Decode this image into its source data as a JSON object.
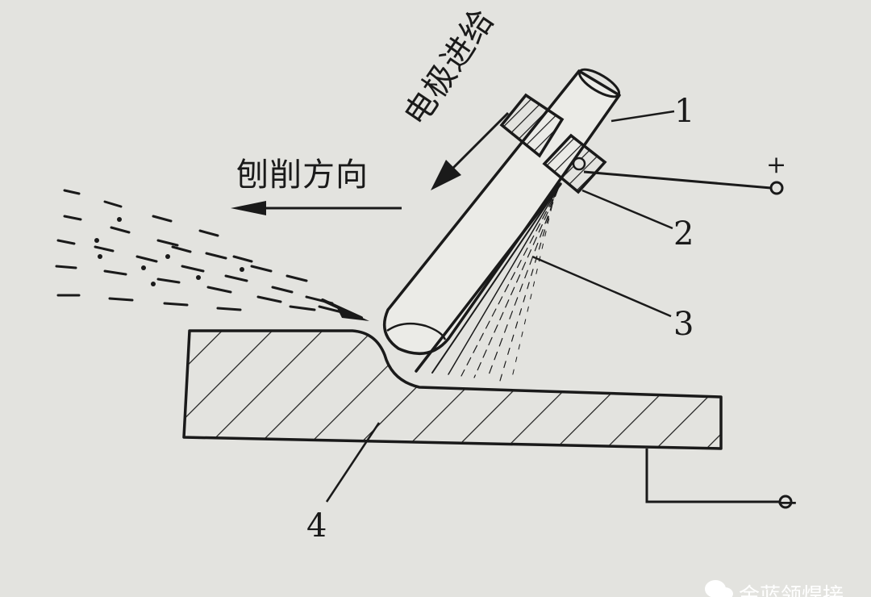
{
  "labels": {
    "gouging_direction": "刨削方向",
    "electrode_feed": "电极进给",
    "part_1": "1",
    "part_2": "2",
    "part_3": "3",
    "part_4": "4",
    "positive": "+",
    "negative": "−"
  },
  "watermark": {
    "text": "金蓝领焊接",
    "icon": "wechat-icon"
  },
  "colors": {
    "background": "#e3e3df",
    "ink": "#1a1a1a"
  }
}
